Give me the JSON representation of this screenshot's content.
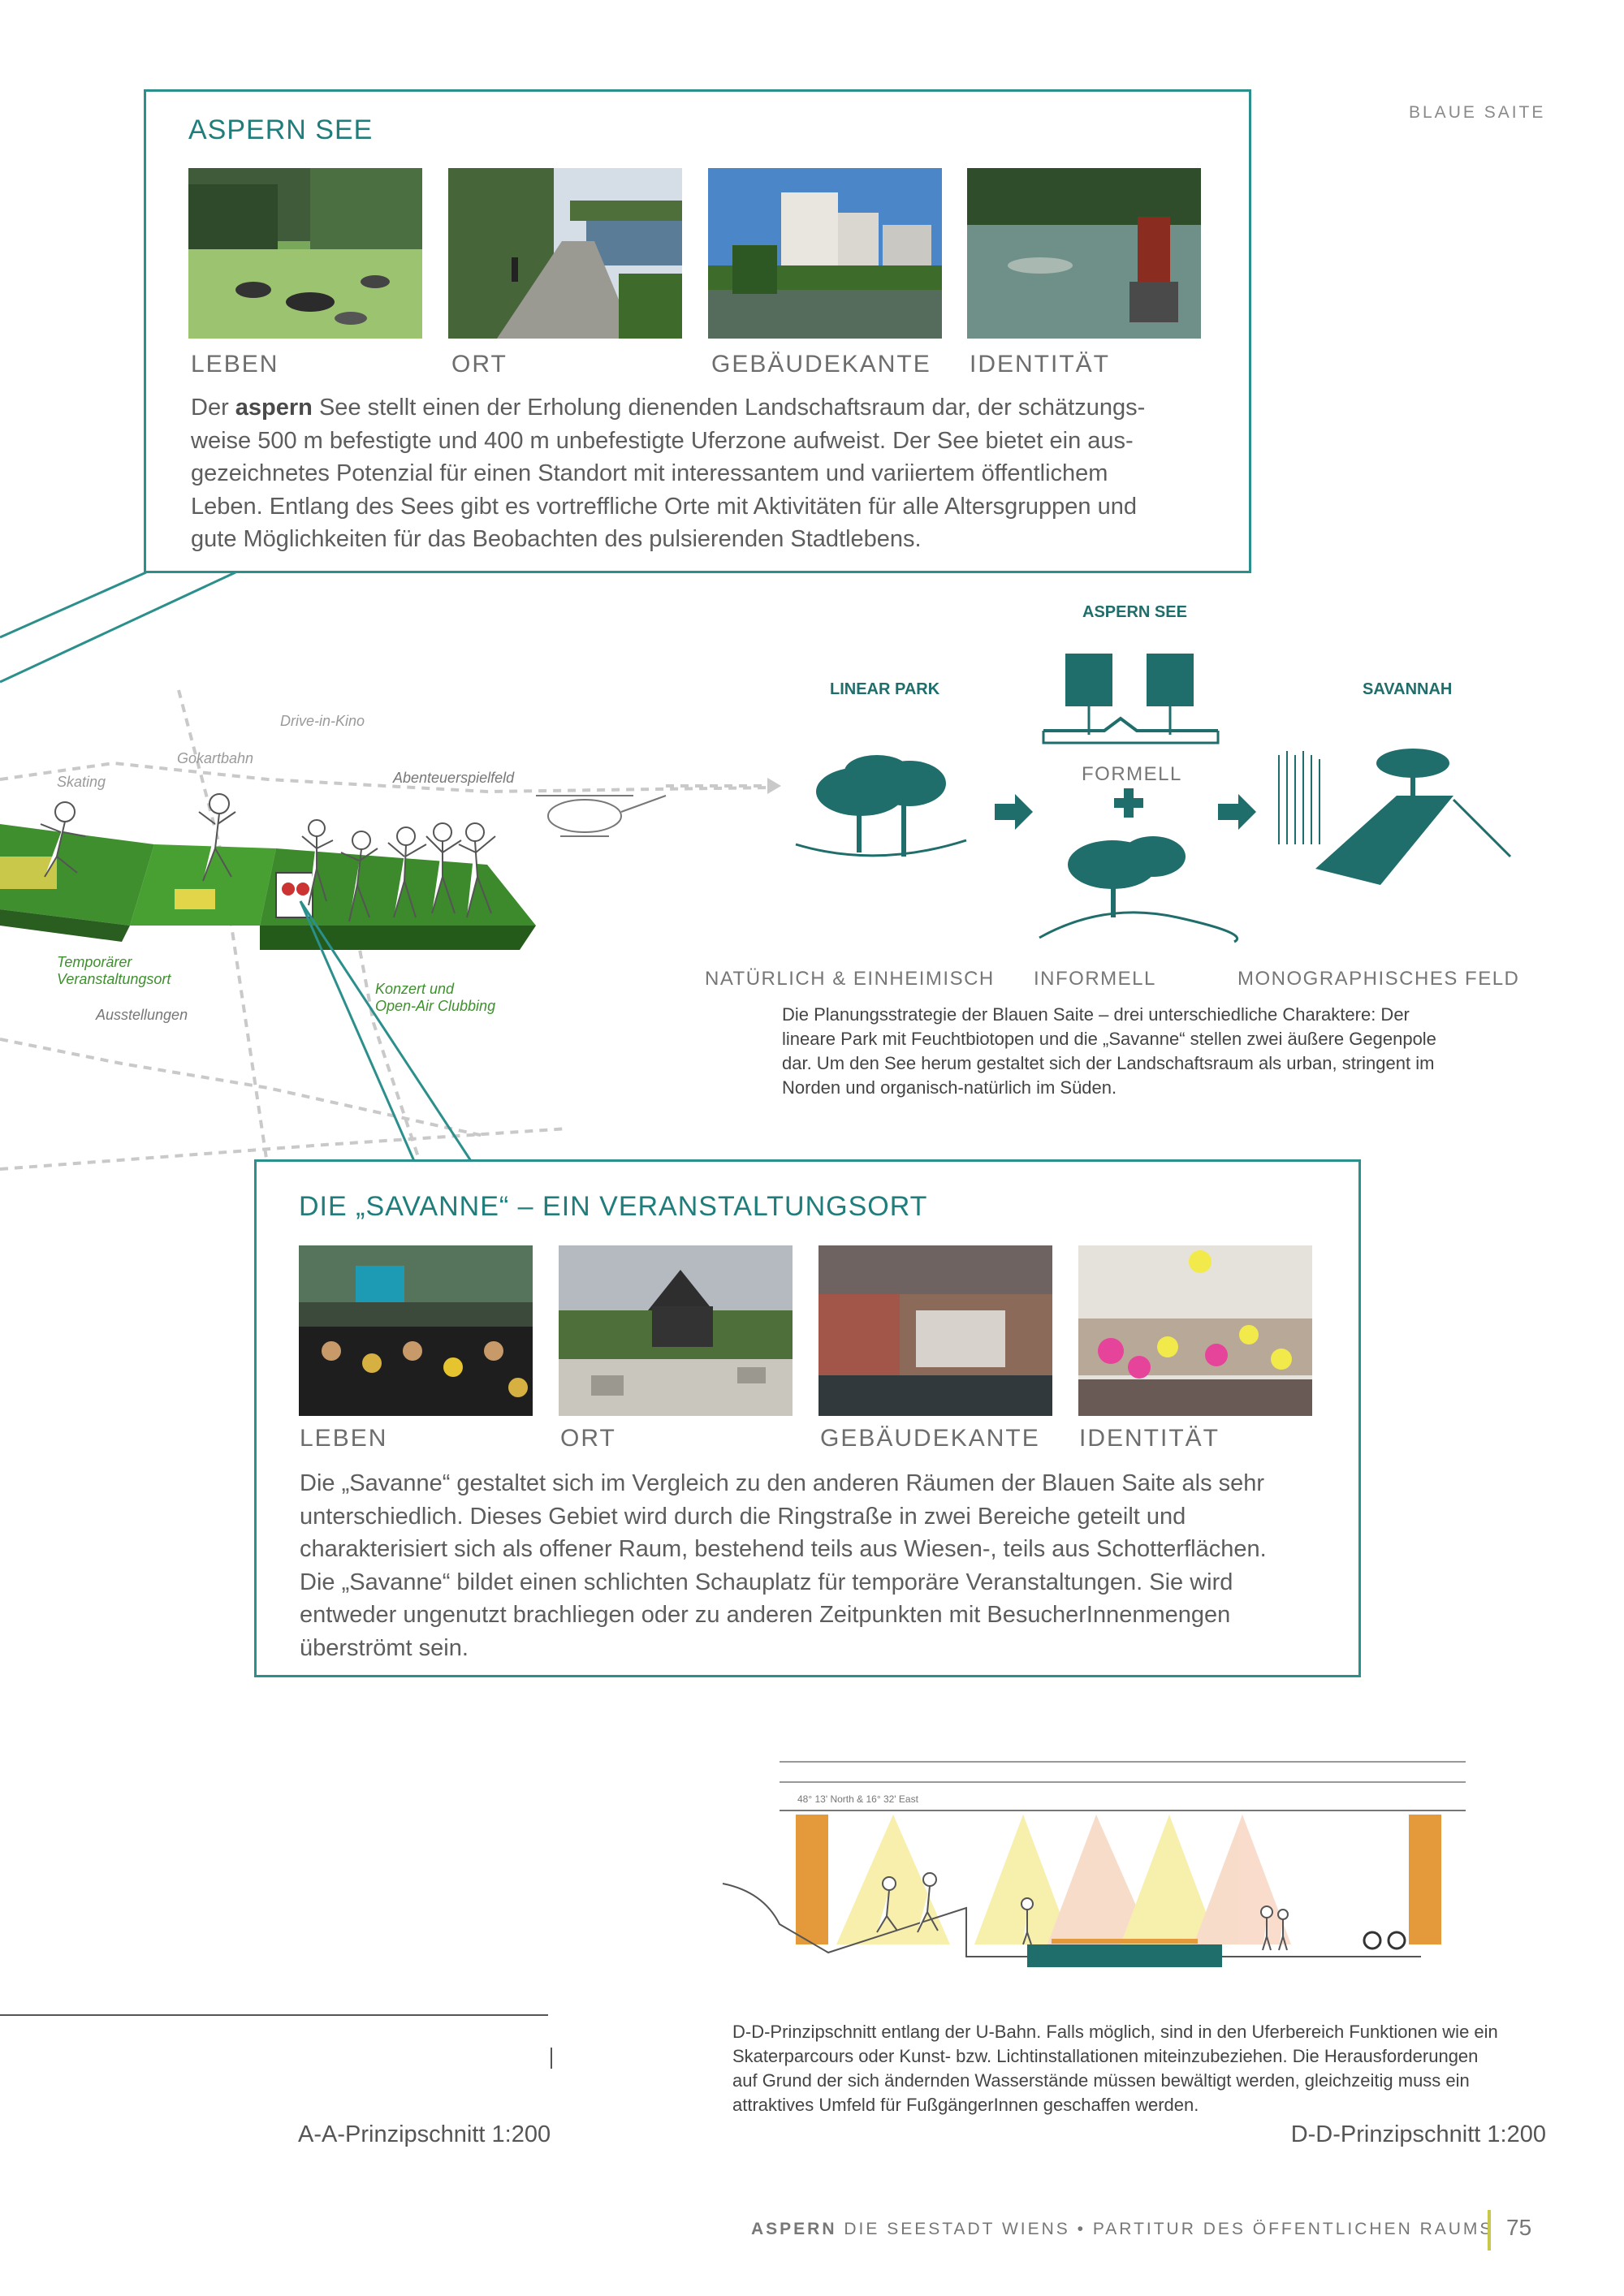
{
  "header": {
    "section_label": "BLAUE SAITE"
  },
  "callout_top": {
    "title": "ASPERN SEE",
    "captions": [
      "LEBEN",
      "ORT",
      "GEBÄUDEKANTE",
      "IDENTITÄT"
    ],
    "text_bold": "aspern",
    "text_lines": [
      "See stellt einen der Erholung dienenden Landschaftsraum dar, der schätzungs-",
      "weise 500 m befestigte und 400 m unbefestigte Uferzone aufweist. Der See bietet ein aus-",
      "gezeichnetes Potenzial für einen Standort mit interessantem und variiertem öffentlichem",
      "Leben. Entlang des Sees gibt es vortreffliche Orte mit Aktivitäten für alle Altersgruppen und",
      "gute Möglichkeiten für das Beobachten des pulsierenden Stadtlebens."
    ],
    "text_prefix": "Der"
  },
  "strategy": {
    "top_label": "ASPERN SEE",
    "left_label": "LINEAR PARK",
    "right_label": "SAVANNAH",
    "formell": "FORMELL",
    "bottom_left": "NATÜRLICH & EINHEIMISCH",
    "bottom_mid": "INFORMELL",
    "bottom_right": "MONOGRAPHISCHES FELD",
    "caption_lines": [
      "Die Planungsstrategie der Blauen Saite – drei unterschiedliche Charaktere: Der",
      "lineare Park mit Feuchtbiotopen und die „Savanne“ stellen zwei äußere Gegenpole",
      "dar. Um den See herum gestaltet sich der Landschaftsraum als urban, stringent im",
      "Norden und organisch-natürlich im Süden."
    ]
  },
  "sketch_labels": {
    "drive_in": "Drive-in-Kino",
    "gokart": "Gokartbahn",
    "skating": "Skating",
    "abenteuer": "Abenteuerspielfeld",
    "temporaer_1": "Temporärer",
    "temporaer_2": "Veranstaltungsort",
    "ausstellungen": "Ausstellungen",
    "konzert_1": "Konzert und",
    "konzert_2": "Open-Air Clubbing"
  },
  "callout_mid": {
    "title": "DIE „SAVANNE“ – EIN VERANSTALTUNGSORT",
    "captions": [
      "LEBEN",
      "ORT",
      "GEBÄUDEKANTE",
      "IDENTITÄT"
    ],
    "text_lines": [
      "Die „Savanne“ gestaltet sich im Vergleich zu den anderen Räumen der Blauen Saite als sehr",
      "unterschiedlich. Dieses Gebiet wird durch die Ringstraße in zwei Bereiche geteilt und",
      "charakterisiert sich als offener Raum, bestehend teils aus Wiesen-, teils aus Schotterflächen.",
      "Die „Savanne“ bildet einen schlichten Schauplatz für temporäre Veranstaltungen. Sie wird",
      "entweder ungenutzt brachliegen oder zu anderen Zeitpunkten mit BesucherInnenmengen",
      "überströmt sein."
    ]
  },
  "section_dd": {
    "coord_label": "48° 13' North & 16° 32' East",
    "caption_lines": [
      "D-D-Prinzipschnitt entlang der U-Bahn. Falls möglich, sind in den Uferbereich Funktionen wie ein",
      "Skaterparcours oder Kunst- bzw. Lichtinstallationen miteinzubeziehen. Die Herausforderungen",
      "auf Grund der sich ändernden Wasserstände müssen bewältigt werden, gleichzeitig muss ein",
      "attraktives Umfeld für FußgängerInnen geschaffen werden."
    ],
    "label_aa": "A-A-Prinzipschnitt 1:200",
    "label_dd": "D-D-Prinzipschnitt 1:200"
  },
  "footer": {
    "brand": "ASPERN",
    "title": "DIE SEESTADT WIENS • PARTITUR DES ÖFFENTLICHEN RAUMS",
    "page_number": "75"
  },
  "colors": {
    "accent_teal": "#1f7d7b",
    "border_teal": "#2b8f8b",
    "footer_bar": "#c9c84a",
    "grass": "#3f8f2f"
  }
}
